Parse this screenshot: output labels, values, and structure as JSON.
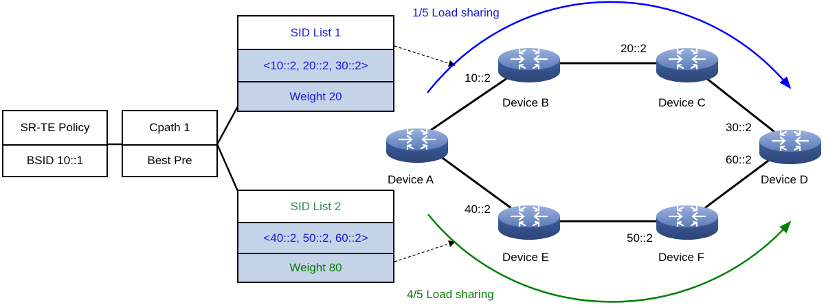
{
  "policy": {
    "title": "SR-TE Policy",
    "bsid": "BSID 10::1"
  },
  "cpath": {
    "title": "Cpath 1",
    "preference": "Best Pre"
  },
  "sid_lists": [
    {
      "title": "SID List 1",
      "segments": "<10::2, 20::2, 30::2>",
      "weight": "Weight 20"
    },
    {
      "title": "SID List 2",
      "segments": "<40::2, 50::2, 60::2>",
      "weight": "Weight 80"
    }
  ],
  "devices": {
    "a": "Device A",
    "b": "Device B",
    "c": "Device C",
    "d": "Device D",
    "e": "Device E",
    "f": "Device F"
  },
  "addresses": {
    "b": "10::2",
    "c": "20::2",
    "d_top": "30::2",
    "e": "40::2",
    "f": "50::2",
    "d_bottom": "60::2"
  },
  "load_sharing": {
    "top": "1/5 Load sharing",
    "bottom": "4/5 Load sharing"
  },
  "colors": {
    "list1_text": "#1a1adb",
    "list2_title": "#2e8b57",
    "list2_text": "#1a1adb",
    "weight2_text": "#0a7a0a",
    "arrow_top": "#0000ff",
    "arrow_bottom": "#008000",
    "cell_fill": "#c5d3e8",
    "router_fill": "#5b7ab5"
  }
}
